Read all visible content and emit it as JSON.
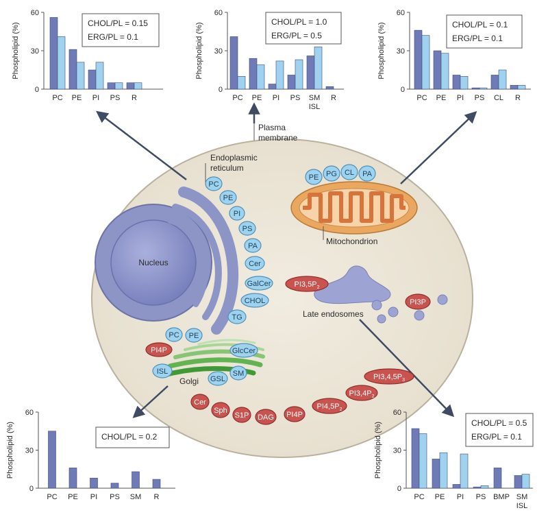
{
  "colors": {
    "bar_dark": "#6e7bb6",
    "bar_light": "#9ed2ee",
    "cell": "#ece6d8",
    "nucleus": "#8c92c8",
    "er": "#8d94c6",
    "lipid_blue": "#9dd3ef",
    "lipid_red": "#c8534f",
    "mito_outer": "#e9a75f",
    "golgi": "#5eb04f"
  },
  "cell_labels": {
    "plasma_membrane": [
      "Plasma",
      "membrane"
    ],
    "er": [
      "Endoplasmic",
      "reticulum"
    ],
    "nucleus": "Nucleus",
    "mitochondrion": "Mitochondrion",
    "late_endosomes": "Late endosomes",
    "golgi": "Golgi"
  },
  "lipid_badges": {
    "er": [
      "PC",
      "PE",
      "PI",
      "PS",
      "PA",
      "Cer",
      "GalCer",
      "CHOL",
      "TG"
    ],
    "mito": [
      "PE",
      "PG",
      "CL",
      "PA"
    ],
    "golgi_blue": [
      "PC",
      "PE",
      "GlcCer",
      "SM",
      "GSL",
      "ISL"
    ],
    "golgi_red": "PI4P",
    "endo_red": [
      "PI3,5P2",
      "PI3P"
    ],
    "pm_red": [
      "Cer",
      "Sph",
      "S1P",
      "DAG",
      "PI4P",
      "PI4,5P2",
      "PI3,4P2",
      "PI3,4,5P3"
    ]
  },
  "chart_data": [
    {
      "type": "bar",
      "id": "nucleus_er",
      "ylabel": "Phospholipid (%)",
      "ylim": [
        0,
        60
      ],
      "yticks": [
        0,
        30,
        60
      ],
      "categories": [
        "PC",
        "PE",
        "PI",
        "PS",
        "R"
      ],
      "series": [
        {
          "values": [
            56,
            31,
            15,
            5,
            5
          ]
        },
        {
          "values": [
            41,
            21,
            21,
            5,
            5
          ]
        }
      ],
      "annotation": [
        "CHOL/PL = 0.15",
        "ERG/PL = 0.1"
      ]
    },
    {
      "type": "bar",
      "id": "plasma_membrane",
      "ylabel": "Phospholipid (%)",
      "ylim": [
        0,
        60
      ],
      "yticks": [
        0,
        30,
        60
      ],
      "categories": [
        "PC",
        "PE",
        "PI",
        "PS",
        "SM\nISL",
        "R"
      ],
      "series": [
        {
          "values": [
            41,
            24,
            4,
            11,
            26,
            2
          ]
        },
        {
          "values": [
            10,
            19,
            22,
            23,
            33,
            0
          ]
        }
      ],
      "annotation": [
        "CHOL/PL = 1.0",
        "ERG/PL = 0.5"
      ]
    },
    {
      "type": "bar",
      "id": "mitochondria",
      "ylabel": "Phospholipid (%)",
      "ylim": [
        0,
        60
      ],
      "yticks": [
        0,
        30,
        60
      ],
      "categories": [
        "PC",
        "PE",
        "PI",
        "PS",
        "CL",
        "R"
      ],
      "series": [
        {
          "values": [
            46,
            30,
            11,
            1,
            11,
            3
          ]
        },
        {
          "values": [
            42,
            28,
            10,
            1,
            15,
            3
          ]
        }
      ],
      "annotation": [
        "CHOL/PL = 0.1",
        "ERG/PL = 0.1"
      ]
    },
    {
      "type": "bar",
      "id": "golgi",
      "ylabel": "Phospholipid (%)",
      "ylim": [
        0,
        60
      ],
      "yticks": [
        0,
        30,
        60
      ],
      "categories": [
        "PC",
        "PE",
        "PI",
        "PS",
        "SM",
        "R"
      ],
      "series": [
        {
          "values": [
            45,
            16,
            8,
            4,
            13,
            7
          ]
        }
      ],
      "annotation": [
        "CHOL/PL = 0.2"
      ]
    },
    {
      "type": "bar",
      "id": "late_endosomes",
      "ylabel": "Phospholipid (%)",
      "ylim": [
        0,
        60
      ],
      "yticks": [
        0,
        30,
        60
      ],
      "categories": [
        "PC",
        "PE",
        "PI",
        "PS",
        "BMP",
        "SM\nISL"
      ],
      "series": [
        {
          "values": [
            47,
            23,
            3,
            1,
            16,
            10
          ]
        },
        {
          "values": [
            43,
            28,
            27,
            2,
            0,
            11
          ]
        }
      ],
      "annotation": [
        "CHOL/PL = 0.5",
        "ERG/PL = 0.1"
      ]
    }
  ]
}
